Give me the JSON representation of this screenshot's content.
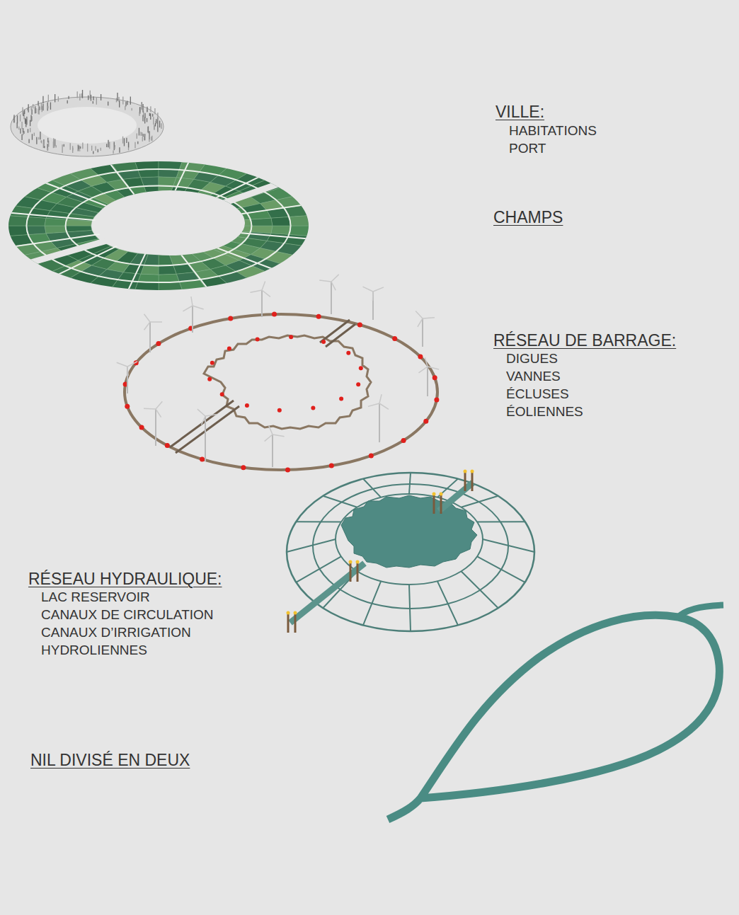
{
  "diagram": {
    "labels": [
      "VILLE:",
      "HABITATIONS",
      "PORT",
      "CHAMPS",
      "RÉSEAU DE BARRAGE:",
      "DIGUES",
      "VANNES",
      "ÉCLUSES",
      "ÉOLIENNES",
      "RÉSEAU HYDRAULIQUE:",
      "LAC RESERVOIR",
      "CANAUX DE CIRCULATION",
      "CANAUX D’IRRIGATION",
      "HYDROLIENNES",
      "NIL DIVISÉ EN DEUX"
    ]
  }
}
